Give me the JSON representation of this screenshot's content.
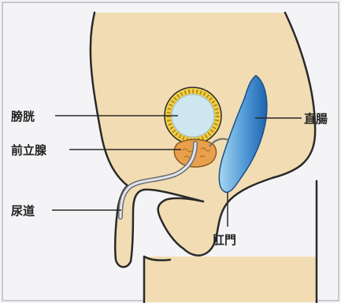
{
  "labels": {
    "bladder": "膀胱",
    "prostate": "前立腺",
    "urethra": "尿道",
    "rectum": "直腸",
    "anus": "肛門"
  },
  "colors": {
    "background": "#f4f4f7",
    "border": "#c9c9d2",
    "skin": "#f2dcb3",
    "outline": "#2a2a2a",
    "bladder_wall": "#f0d24a",
    "bladder_inner": "#cde6ef",
    "prostate": "#e9a04c",
    "rectum_light": "#8cc8ea",
    "rectum_dark": "#1e6fb8",
    "urethra": "#dfe6ee"
  }
}
